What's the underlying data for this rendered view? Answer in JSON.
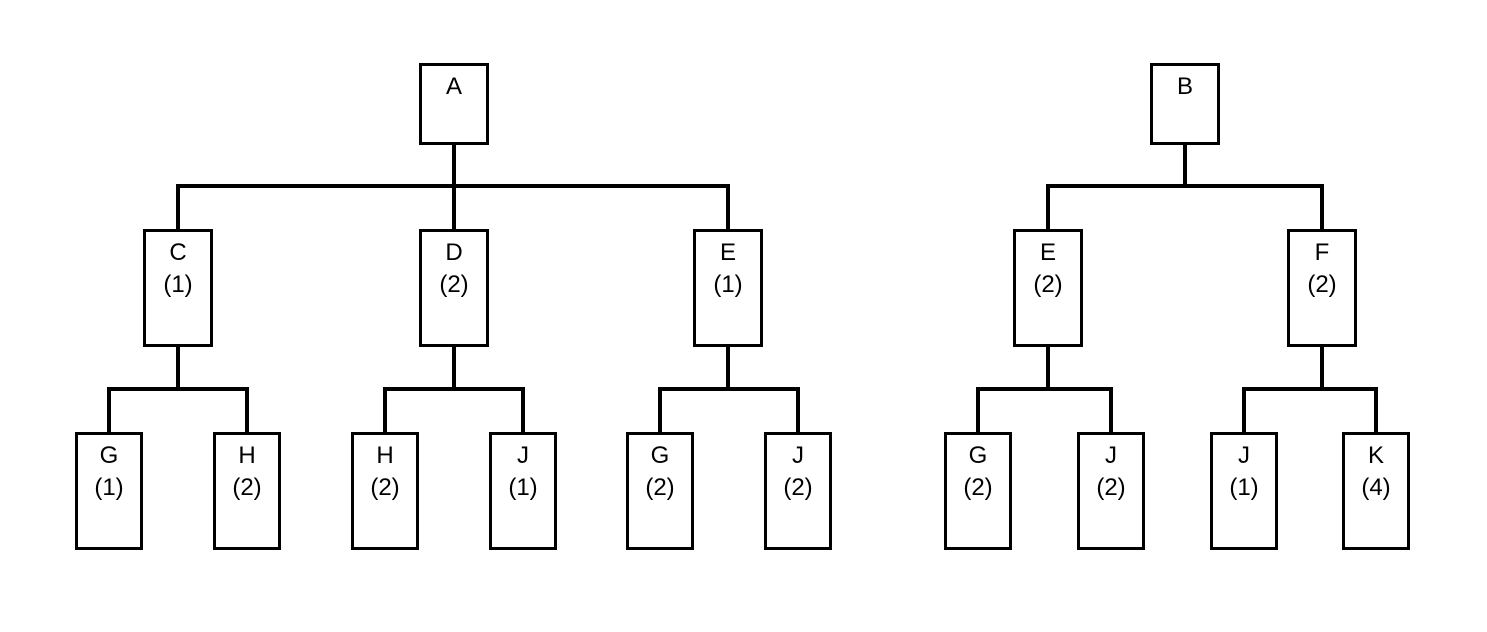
{
  "diagram": {
    "type": "tree-diagram",
    "background_color": "#ffffff",
    "line_color": "#000000",
    "text_color": "#000000",
    "tree_count": 2
  },
  "nodes": {
    "t1_a": {
      "label": "A"
    },
    "t1_c": {
      "label": "C",
      "value": "(1)"
    },
    "t1_d": {
      "label": "D",
      "value": "(2)"
    },
    "t1_e": {
      "label": "E",
      "value": "(1)"
    },
    "t1_c_g": {
      "label": "G",
      "value": "(1)"
    },
    "t1_c_h": {
      "label": "H",
      "value": "(2)"
    },
    "t1_d_h": {
      "label": "H",
      "value": "(2)"
    },
    "t1_d_j": {
      "label": "J",
      "value": "(1)"
    },
    "t1_e_g": {
      "label": "G",
      "value": "(2)"
    },
    "t1_e_j": {
      "label": "J",
      "value": "(2)"
    },
    "t2_b": {
      "label": "B"
    },
    "t2_e": {
      "label": "E",
      "value": "(2)"
    },
    "t2_f": {
      "label": "F",
      "value": "(2)"
    },
    "t2_e_g": {
      "label": "G",
      "value": "(2)"
    },
    "t2_e_j": {
      "label": "J",
      "value": "(2)"
    },
    "t2_f_j": {
      "label": "J",
      "value": "(1)"
    },
    "t2_f_k": {
      "label": "K",
      "value": "(4)"
    }
  },
  "edges": {
    "tree1": [
      [
        "t1_a",
        "t1_c"
      ],
      [
        "t1_a",
        "t1_d"
      ],
      [
        "t1_a",
        "t1_e"
      ],
      [
        "t1_c",
        "t1_c_g"
      ],
      [
        "t1_c",
        "t1_c_h"
      ],
      [
        "t1_d",
        "t1_d_h"
      ],
      [
        "t1_d",
        "t1_d_j"
      ],
      [
        "t1_e",
        "t1_e_g"
      ],
      [
        "t1_e",
        "t1_e_j"
      ]
    ],
    "tree2": [
      [
        "t2_b",
        "t2_e"
      ],
      [
        "t2_b",
        "t2_f"
      ],
      [
        "t2_e",
        "t2_e_g"
      ],
      [
        "t2_e",
        "t2_e_j"
      ],
      [
        "t2_f",
        "t2_f_j"
      ],
      [
        "t2_f",
        "t2_f_k"
      ]
    ]
  }
}
